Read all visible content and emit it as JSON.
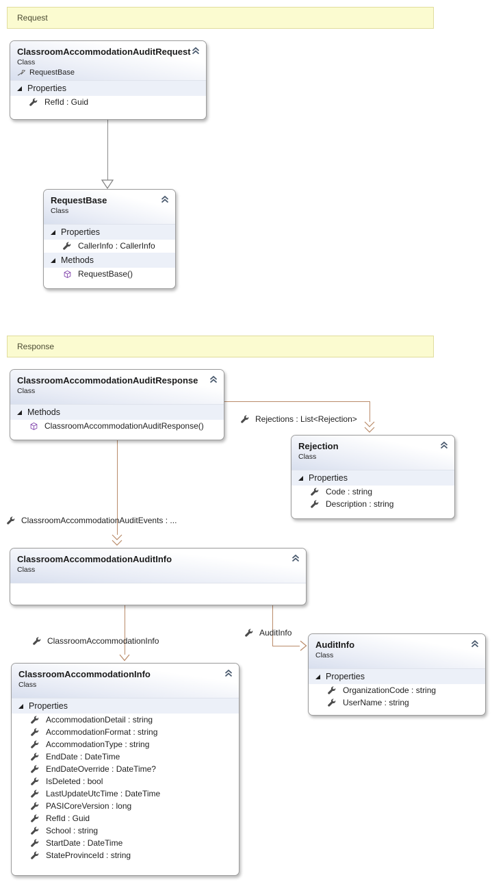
{
  "bands": {
    "request": "Request",
    "response": "Response"
  },
  "boxes": {
    "auditRequest": {
      "title": "ClassroomAccommodationAuditRequest",
      "kind": "Class",
      "base": "RequestBase",
      "propertiesLabel": "Properties",
      "members": [
        "RefId : Guid"
      ]
    },
    "requestBase": {
      "title": "RequestBase",
      "kind": "Class",
      "propertiesLabel": "Properties",
      "methodsLabel": "Methods",
      "properties": [
        "CallerInfo : CallerInfo"
      ],
      "methods": [
        "RequestBase()"
      ]
    },
    "auditResponse": {
      "title": "ClassroomAccommodationAuditResponse",
      "kind": "Class",
      "methodsLabel": "Methods",
      "methods": [
        "ClassroomAccommodationAuditResponse()"
      ]
    },
    "rejection": {
      "title": "Rejection",
      "kind": "Class",
      "propertiesLabel": "Properties",
      "members": [
        "Code : string",
        "Description : string"
      ]
    },
    "auditInfoContainer": {
      "title": "ClassroomAccommodationAuditInfo",
      "kind": "Class"
    },
    "accommodationInfo": {
      "title": "ClassroomAccommodationInfo",
      "kind": "Class",
      "propertiesLabel": "Properties",
      "members": [
        "AccommodationDetail : string",
        "AccommodationFormat : string",
        "AccommodationType : string",
        "EndDate : DateTime",
        "EndDateOverride : DateTime?",
        "IsDeleted : bool",
        "LastUpdateUtcTime : DateTime",
        "PASICoreVersion : long",
        "RefId : Guid",
        "School : string",
        "StartDate : DateTime",
        "StateProvinceId : string"
      ]
    },
    "auditInfo": {
      "title": "AuditInfo",
      "kind": "Class",
      "propertiesLabel": "Properties",
      "members": [
        "OrganizationCode : string",
        "UserName : string"
      ]
    }
  },
  "connectors": {
    "rejections": "Rejections : List<Rejection>",
    "events": "ClassroomAccommodationAuditEvents  : ...",
    "info": "ClassroomAccommodationInfo",
    "auditInfo": "AuditInfo"
  },
  "colors": {
    "association": "#b98a68",
    "inheritance": "#8a8a8a",
    "bandFill": "#fbfbd0",
    "bandBorder": "#e0dc9c",
    "sectionBg": "#ecf0f8",
    "headerGradientEnd": "#d8dfee",
    "methodIcon": "#8347ad",
    "propertyIcon": "#4a4a4a"
  }
}
